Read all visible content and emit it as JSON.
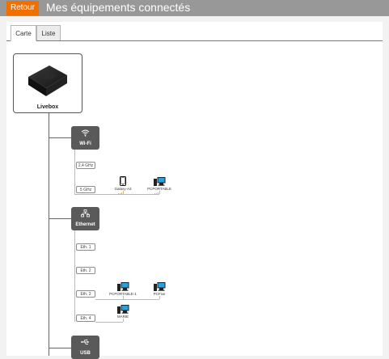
{
  "header": {
    "back_label": "Retour",
    "title": "Mes équipements connectés"
  },
  "tabs": [
    {
      "label": "Carte",
      "active": true
    },
    {
      "label": "Liste",
      "active": false
    }
  ],
  "livebox": {
    "label": "Livebox"
  },
  "wifi": {
    "label": "Wi-Fi",
    "bands": [
      {
        "label": "2,4 GHz",
        "devices": []
      },
      {
        "label": "5 GHz",
        "devices": [
          {
            "name": "Galaxy-A3",
            "type": "phone"
          },
          {
            "name": "PCPORTABLE",
            "type": "computer"
          }
        ]
      }
    ]
  },
  "ethernet": {
    "label": "Ethernet",
    "ports": [
      {
        "label": "Eth. 1",
        "devices": []
      },
      {
        "label": "Eth. 2",
        "devices": []
      },
      {
        "label": "Eth. 3",
        "devices": [
          {
            "name": "PCPORTABLE-1",
            "type": "computer"
          },
          {
            "name": "PCFixe",
            "type": "computer"
          }
        ]
      },
      {
        "label": "Eth. 4",
        "devices": [
          {
            "name": "MARIE",
            "type": "computer"
          }
        ]
      }
    ]
  },
  "usb": {
    "label": "USB"
  },
  "colors": {
    "accent": "#f16e00",
    "header": "#989898",
    "section": "#5a5a5a",
    "signal": "#f0b400",
    "screen": "#2b9fd6"
  }
}
